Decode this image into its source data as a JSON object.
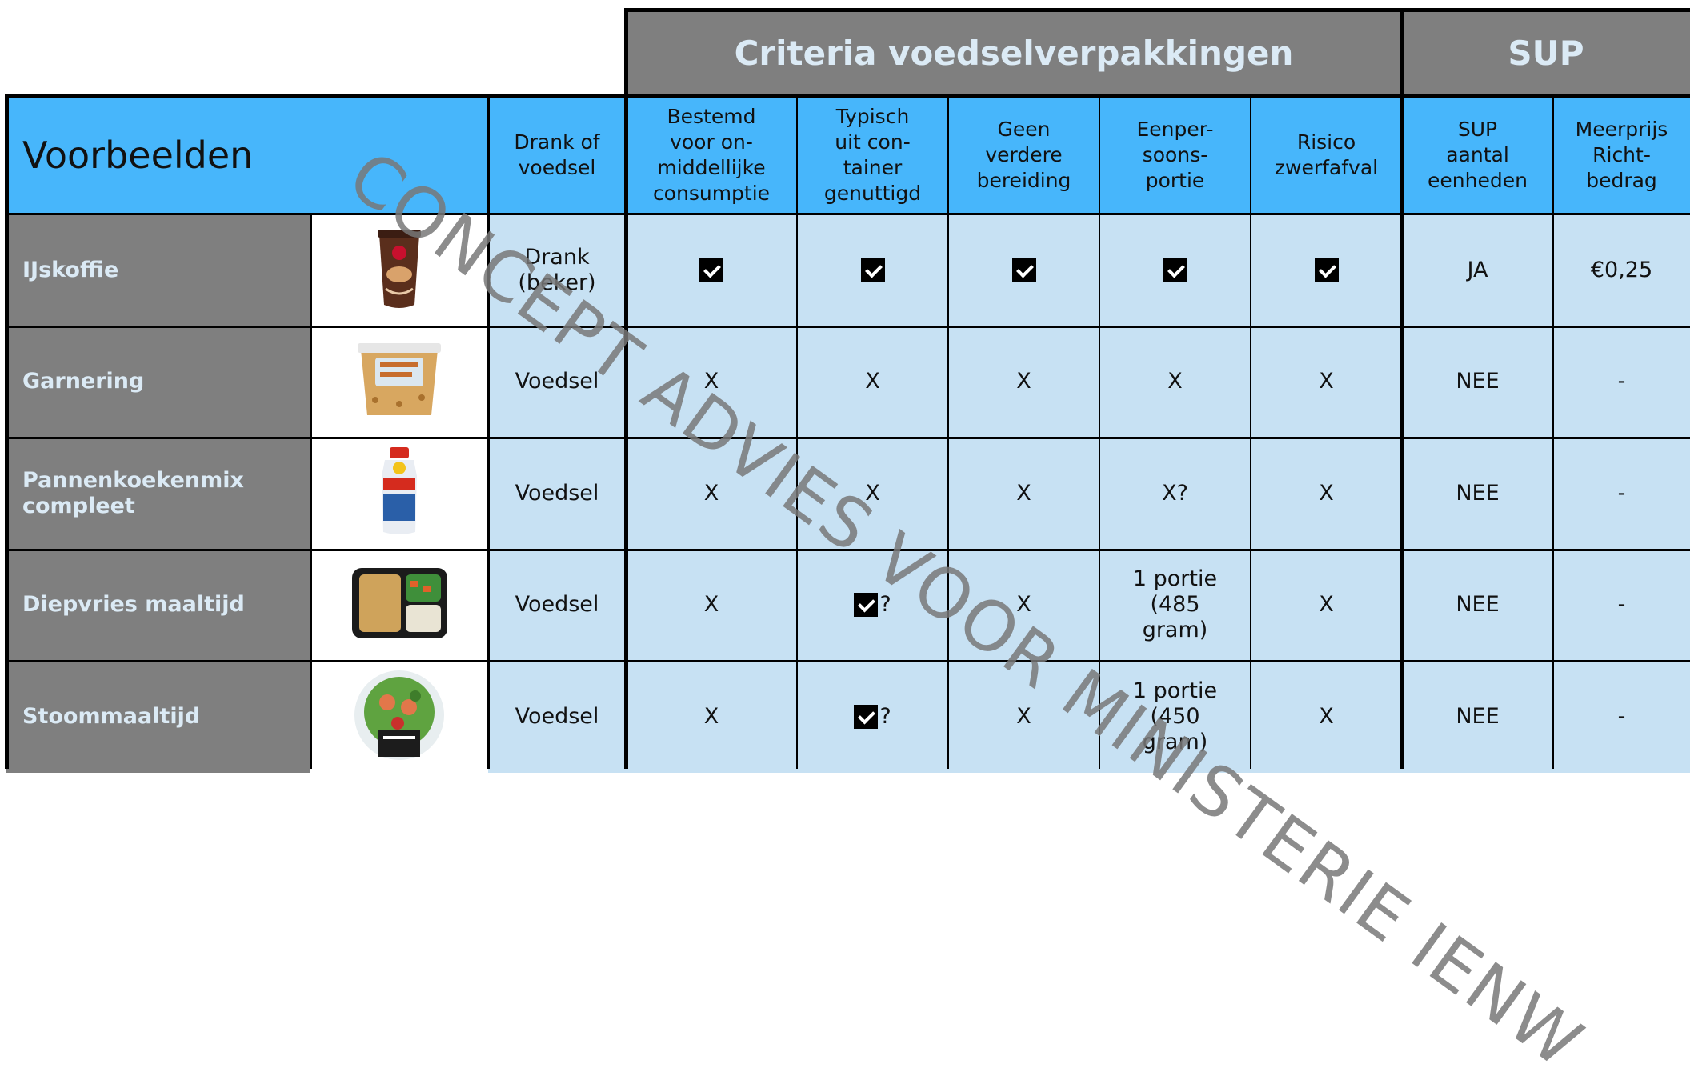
{
  "header": {
    "criteria_title": "Criteria voedselverpakkingen",
    "sup_title": "SUP"
  },
  "columns": {
    "examples": "Voorbeelden",
    "drink_or_food": "Drank of\nvoedsel",
    "immediate": "Bestemd\nvoor on-\nmiddellijke\nconsumptie",
    "container": "Typisch\nuit con-\ntainer\ngenuttigd",
    "no_prep": "Geen\nverdere\nbereiding",
    "single_portion": "Eenper-\nsoons-\nportie",
    "litter_risk": "Risico\nzwerfafval",
    "sup_units": "SUP\naantal\neenheden",
    "surcharge": "Meerprijs\nRicht-\nbedrag"
  },
  "rows": [
    {
      "name": "IJskoffie",
      "image_icon": "cappuccino-cup-icon",
      "type": "Drank\n(beker)",
      "immediate": "check",
      "container": "check",
      "no_prep": "check",
      "single_portion": "check",
      "litter_risk": "check",
      "sup": "JA",
      "price": "€0,25"
    },
    {
      "name": "Garnering",
      "image_icon": "nut-tub-icon",
      "type": "Voedsel",
      "immediate": "X",
      "container": "X",
      "no_prep": "X",
      "single_portion": "X",
      "litter_risk": "X",
      "sup": "NEE",
      "price": "-"
    },
    {
      "name": "Pannenkoekenmix\ncompleet",
      "image_icon": "shaker-bottle-icon",
      "type": "Voedsel",
      "immediate": "X",
      "container": "X",
      "no_prep": "X",
      "single_portion": "X?",
      "litter_risk": "X",
      "sup": "NEE",
      "price": "-"
    },
    {
      "name": "Diepvries maaltijd",
      "image_icon": "frozen-meal-tray-icon",
      "type": "Voedsel",
      "immediate": "X",
      "container": "check?",
      "no_prep": "X",
      "single_portion": "1 portie\n(485\ngram)",
      "litter_risk": "X",
      "sup": "NEE",
      "price": "-"
    },
    {
      "name": "Stoommaaltijd",
      "image_icon": "steam-meal-bowl-icon",
      "type": "Voedsel",
      "immediate": "X",
      "container": "check?",
      "no_prep": "X",
      "single_portion": "1 portie\n(450\ngram)",
      "litter_risk": "X",
      "sup": "NEE",
      "price": "-"
    }
  ],
  "watermark": "CONCEPT ADVIES VOOR MINISTERIE IENW",
  "colors": {
    "header_grey": "#7f7f7f",
    "header_blue": "#47b6fb",
    "cell_light_blue": "#c7e1f3",
    "label_text": "#dbeaf5"
  }
}
